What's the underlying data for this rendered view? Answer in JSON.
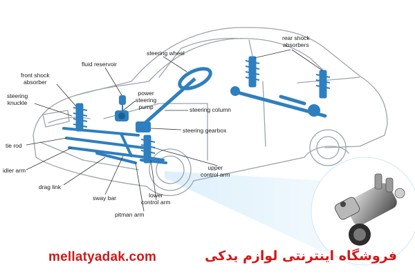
{
  "labels": {
    "fluid_reservoir": "fluid reservoir",
    "steering_wheel": "steering wheel",
    "rear_shock_absorbers": "rear shock\nabsorbers",
    "front_shock_absorber": "front shock\nabsorber",
    "steering_knuckle": "steering\nknuckle",
    "power_steering_pump": "power\nsteering\npump",
    "steering_column": "steering column",
    "steering_gearbox": "steering gearbox",
    "tie_rod": "tie rod",
    "idler_arm": "idler arm",
    "drag_link": "drag link",
    "sway_bar": "sway bar",
    "pitman_arm": "pitman arm",
    "lower_control_arm": "lower\ncontrol arm",
    "upper_control_arm": "upper\ncontrol arm"
  },
  "branding": {
    "website": "mellatyadak.com",
    "store_name": "فروشگاه اینترنتی لوازم یدکی"
  },
  "colors": {
    "component_blue": "#2e7fbf",
    "outline_gray": "#9aa3ab",
    "brand_red": "#d21818",
    "zoom_beam": "#cfe7f7"
  }
}
